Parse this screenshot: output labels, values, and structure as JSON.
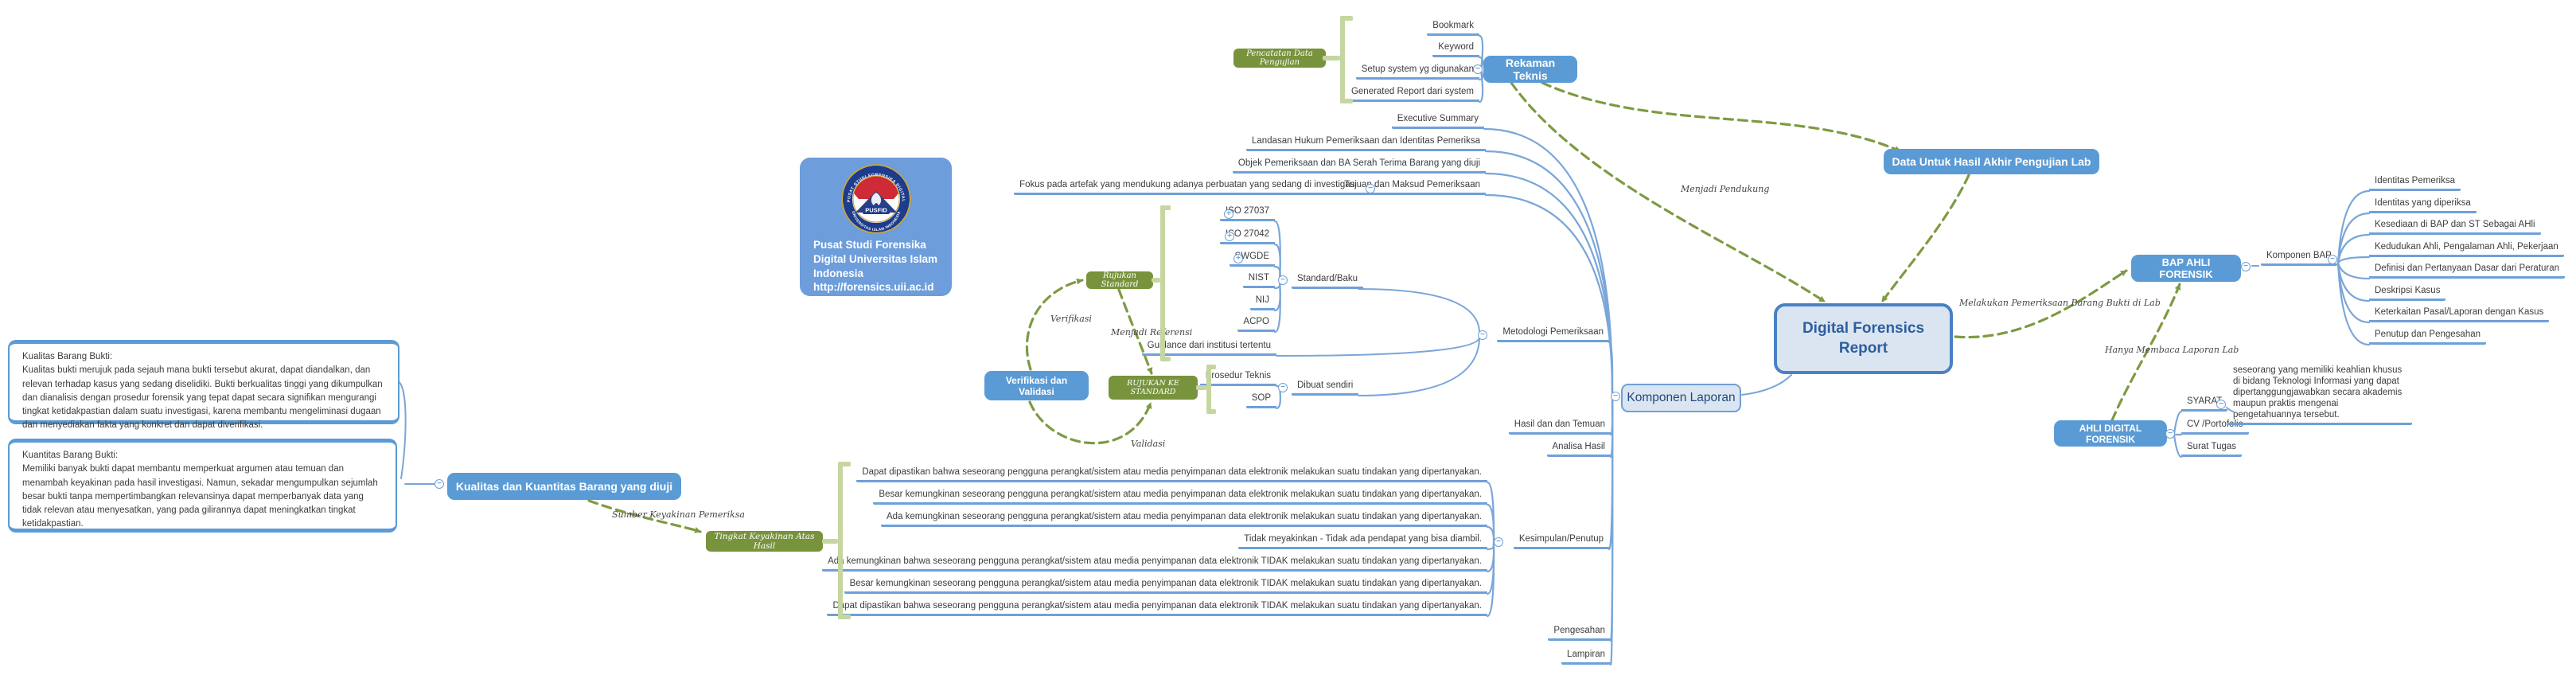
{
  "org_card": {
    "text": "Pusat Studi Forensika Digital  Universitas Islam Indonesia http://forensics.uii.ac.id",
    "logo_center": "PUSFID",
    "logo_top_arc": "PUSAT STUDI FORENSIKA DIGITAL",
    "logo_bottom_arc": "UNIVERSITAS ISLAM INDONESIA"
  },
  "main": {
    "title": "Digital Forensics Report"
  },
  "rekaman": {
    "label": "Rekaman Teknis",
    "group_label": "Pencatatan Data Pengujian",
    "children": [
      "Bookmark",
      "Keyword",
      "Setup system yg digunakan",
      "Generated Report dari system"
    ]
  },
  "data_untuk": {
    "label": "Data Untuk Hasil Akhir Pengujian Lab"
  },
  "komponen_laporan": {
    "label": "Komponen Laporan",
    "children": [
      "Executive Summary",
      "Landasan Hukum Pemeriksaan dan Identitas Pemeriksa",
      "Objek Pemeriksaan dan BA Serah Terima Barang yang diuji",
      "Tujuan dan Maksud Pemeriksaan",
      "Metodologi Pemeriksaan",
      "Hasil dan dan Temuan",
      "Analisa Hasil",
      "Kesimpulan/Penutup",
      "Pengesahan",
      "Lampiran"
    ],
    "tujuan_note": "Fokus pada artefak yang mendukung adanya perbuatan yang sedang di investigasi"
  },
  "standards": {
    "verif_node": "Verifikasi dan Validasi",
    "rujukan_standard": "Rujukan Standard",
    "rujukan_ke_standard": "RUJUKAN KE STANDARD",
    "standard_baku": {
      "label": "Standard/Baku",
      "children": [
        "ISO 27037",
        "ISO 27042",
        "SWGDE",
        "NIST",
        "NIJ",
        "ACPO"
      ]
    },
    "guidance": "Guidance dari institusi tertentu",
    "dibuat_sendiri": {
      "label": "Dibuat sendiri",
      "children": [
        "Prosedur Teknis",
        "SOP"
      ]
    }
  },
  "kesimpulan": {
    "group_label": "Tingkat Keyakinan Atas Hasil",
    "statements": [
      "Dapat dipastikan bahwa seseorang pengguna perangkat/sistem atau media penyimpanan data elektronik melakukan suatu tindakan yang dipertanyakan.",
      "Besar kemungkinan seseorang pengguna perangkat/sistem atau media penyimpanan data elektronik melakukan suatu tindakan yang dipertanyakan.",
      "Ada kemungkinan seseorang pengguna perangkat/sistem atau media penyimpanan data elektronik melakukan suatu tindakan yang dipertanyakan.",
      "Tidak meyakinkan - Tidak ada pendapat yang bisa diambil.",
      "Ada kemungkinan bahwa seseorang pengguna perangkat/sistem atau media penyimpanan data elektronik TIDAK melakukan suatu tindakan yang dipertanyakan.",
      "Besar kemungkinan seseorang pengguna perangkat/sistem atau media penyimpanan data elektronik TIDAK melakukan suatu tindakan yang dipertanyakan.",
      "Dapat dipastikan bahwa seseorang pengguna perangkat/sistem atau media penyimpanan data elektronik TIDAK melakukan suatu tindakan yang dipertanyakan."
    ]
  },
  "kualitas": {
    "node": "Kualitas dan Kuantitas Barang yang diuji",
    "quality_note": "Kualitas Barang Bukti:\nKualitas bukti merujuk pada sejauh mana bukti tersebut akurat, dapat diandalkan, dan relevan terhadap kasus yang sedang diselidiki. Bukti berkualitas tinggi yang dikumpulkan dan dianalisis dengan prosedur forensik yang tepat dapat secara signifikan mengurangi tingkat ketidakpastian dalam suatu investigasi, karena membantu mengeliminasi dugaan dan menyediakan fakta yang konkret dan dapat diverifikasi.",
    "quantity_note": "Kuantitas Barang Bukti:\n Memiliki banyak bukti dapat membantu memperkuat argumen atau temuan dan menambah keyakinan pada hasil investigasi. Namun, sekadar mengumpulkan sejumlah besar bukti tanpa mempertimbangkan relevansinya dapat memperbanyak data yang tidak relevan atau menyesatkan, yang pada gilirannya dapat meningkatkan tingkat ketidakpastian."
  },
  "bap": {
    "label": "BAP AHLI FORENSIK",
    "link": "Komponen BAP",
    "children": [
      "Identitas Pemeriksa",
      "Identitas yang diperiksa",
      "Kesediaan di BAP dan ST Sebagai AHli",
      "Kedudukan Ahli, Pengalaman Ahli, Pekerjaan",
      "Definisi dan Pertanyaan Dasar dari Peraturan",
      "Deskripsi Kasus",
      "Keterkaitan Pasal/Laporan dengan Kasus",
      "Penutup dan Pengesahan"
    ]
  },
  "ahli": {
    "label": "AHLI DIGITAL FORENSIK",
    "children": [
      "SYARAT",
      "CV /Portofolio",
      "Surat Tugas"
    ],
    "syarat_note": "seseorang yang memiliki keahlian khusus di bidang Teknologi Informasi yang dapat dipertanggungjawabkan secara akademis maupun praktis mengenai pengetahuannya tersebut."
  },
  "edge_labels": {
    "pendukung": "Menjadi Pendukung",
    "pemeriksaan_lab": "Melakukan Pemeriksaan Barang Bukti di Lab",
    "membaca_laporan": "Hanya Membaca Laporan Lab",
    "verifikasi": "Verifikasi",
    "referensi": "Menjadi Referensi",
    "validasi": "Validasi",
    "sumber_keyakinan": "Sumber Keyakinan Pemeriksa"
  },
  "colors": {
    "node_blue": "#5b9bd5",
    "node_green": "#77933c",
    "underline_blue": "#6fa0d8",
    "arrow_olive": "#7e9a42",
    "bracket_green": "#c6d6a0"
  }
}
